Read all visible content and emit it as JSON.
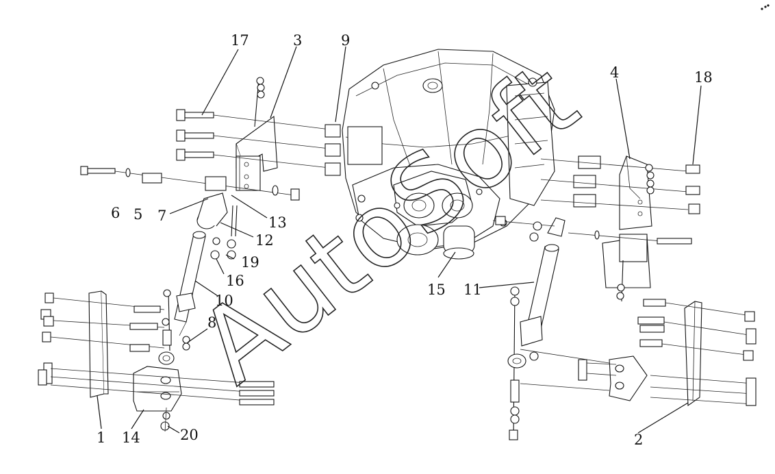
{
  "watermark": "AutoSoft",
  "callouts": [
    "17",
    "3",
    "9",
    "4",
    "18",
    "6",
    "5",
    "7",
    "13",
    "12",
    "19",
    "16",
    "10",
    "8",
    "15",
    "11",
    "1",
    "14",
    "20",
    "2"
  ],
  "colors": {
    "line": "#111111",
    "background": "#ffffff"
  }
}
